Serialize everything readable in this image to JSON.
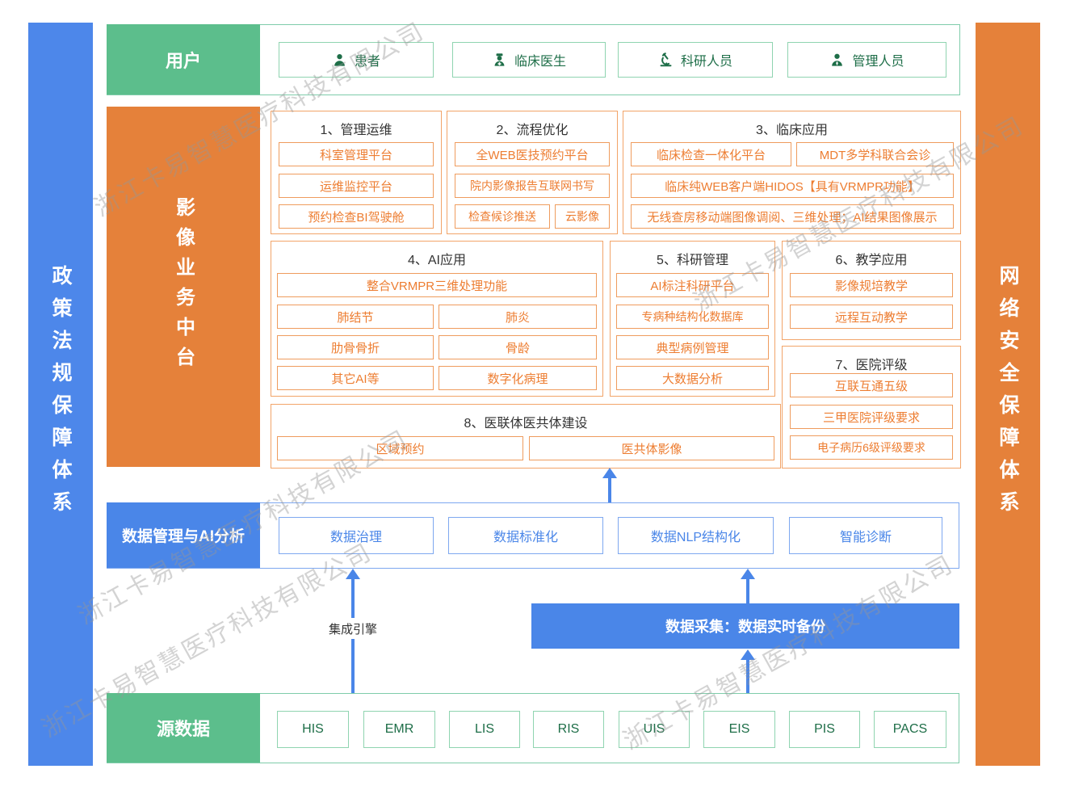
{
  "watermark": {
    "text": "浙江卡易智慧医疗科技有限公司"
  },
  "colors": {
    "green": "#5cbe8c",
    "orange": "#e5813a",
    "blue": "#4a86e8"
  },
  "side_bars": {
    "left": {
      "label": "政策法规保障体系"
    },
    "right": {
      "label": "网络安全保障体系"
    }
  },
  "user_row": {
    "label": "用户",
    "items": [
      {
        "label": "患者",
        "icon": "patient-icon"
      },
      {
        "label": "临床医生",
        "icon": "doctor-icon"
      },
      {
        "label": "科研人员",
        "icon": "microscope-icon"
      },
      {
        "label": "管理人员",
        "icon": "admin-icon"
      }
    ]
  },
  "platform": {
    "label": "影像业务中台",
    "groups": [
      {
        "title": "1、管理运维",
        "items": [
          "科室管理平台",
          "运维监控平台",
          "预约检查BI驾驶舱"
        ]
      },
      {
        "title": "2、流程优化",
        "items": [
          "全WEB医技预约平台",
          "院内影像报告互联网书写",
          "检查候诊推送",
          "云影像"
        ]
      },
      {
        "title": "3、临床应用",
        "items": [
          "临床检查一体化平台",
          "MDT多学科联合会诊",
          "临床纯WEB客户端HIDOS【具有VRMPR功能】",
          "无线查房移动端图像调阅、三维处理；AI结果图像展示"
        ]
      },
      {
        "title": "4、AI应用",
        "items": [
          "整合VRMPR三维处理功能",
          "肺结节",
          "肺炎",
          "肋骨骨折",
          "骨龄",
          "其它AI等",
          "数字化病理"
        ]
      },
      {
        "title": "5、科研管理",
        "items": [
          "AI标注科研平台",
          "专病种结构化数据库",
          "典型病例管理",
          "大数据分析"
        ]
      },
      {
        "title": "6、教学应用",
        "items": [
          "影像规培教学",
          "远程互动教学"
        ]
      },
      {
        "title": "7、医院评级",
        "items": [
          "互联互通五级",
          "三甲医院评级要求",
          "电子病历6级评级要求"
        ]
      },
      {
        "title": "8、医联体医共体建设",
        "items": [
          "区域预约",
          "医共体影像"
        ]
      }
    ]
  },
  "data_mgmt": {
    "label": "数据管理与AI分析",
    "items": [
      "数据治理",
      "数据标准化",
      "数据NLP结构化",
      "智能诊断"
    ]
  },
  "integration": {
    "engine_label": "集成引擎",
    "collection_label": "数据采集：数据实时备份"
  },
  "source_row": {
    "label": "源数据",
    "items": [
      "HIS",
      "EMR",
      "LIS",
      "RIS",
      "UIS",
      "EIS",
      "PIS",
      "PACS"
    ]
  }
}
